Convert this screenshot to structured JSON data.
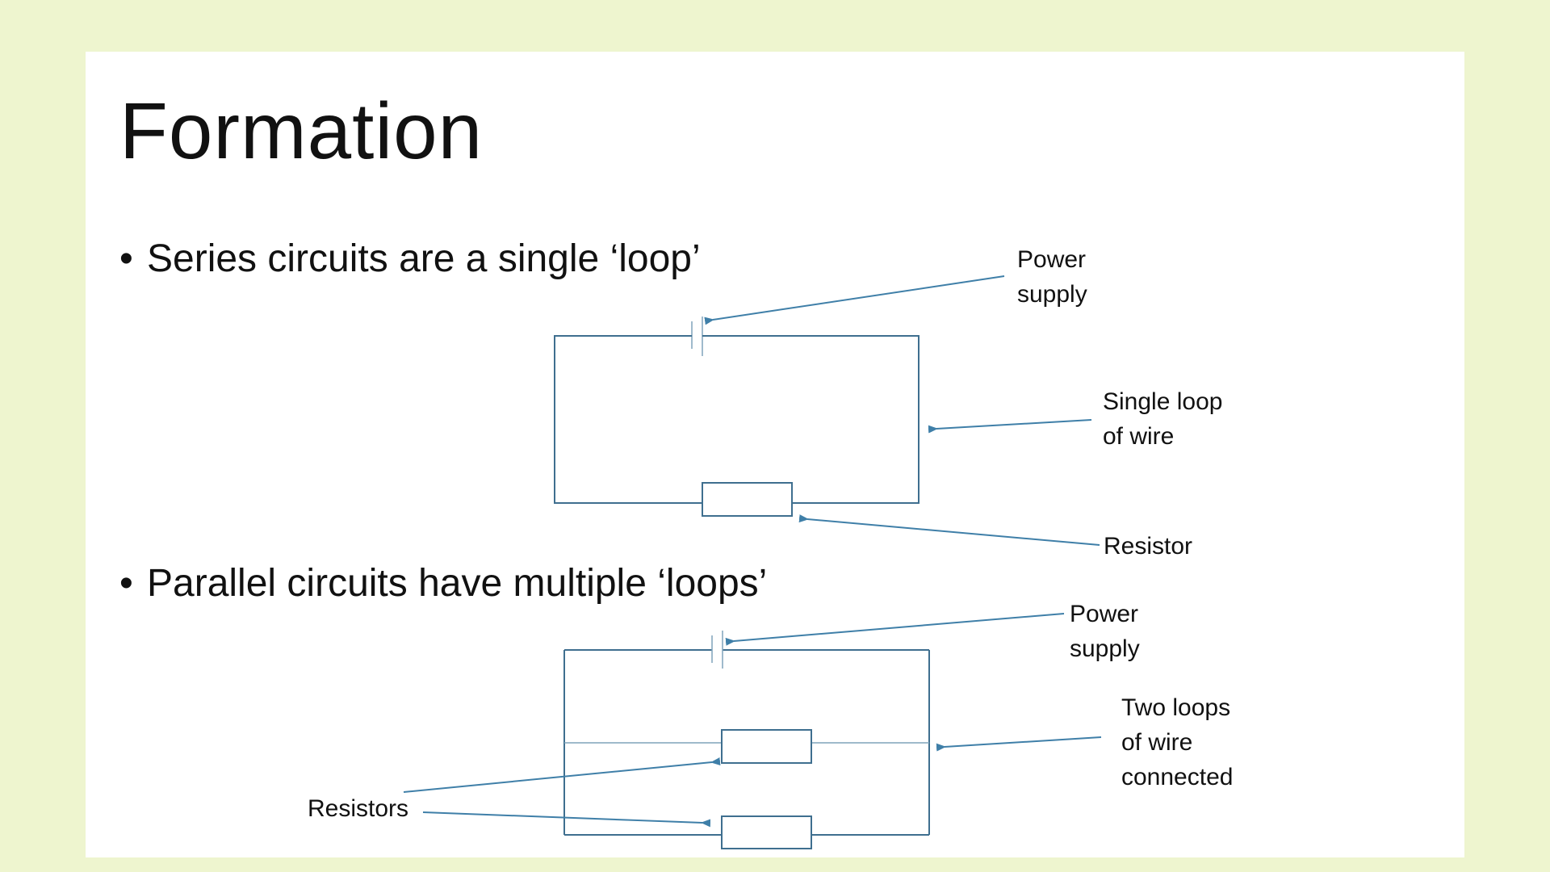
{
  "slide": {
    "title": "Formation",
    "bullets": [
      "Series circuits are a single ‘loop’",
      "Parallel circuits have multiple ‘loops’"
    ]
  },
  "series_labels": {
    "power_1": "Power",
    "power_2": "supply",
    "loop_1": "Single loop",
    "loop_2": "of wire",
    "resistor": "Resistor"
  },
  "parallel_labels": {
    "power_1": "Power",
    "power_2": "supply",
    "loops_1": "Two loops",
    "loops_2": "of wire",
    "loops_3": "connected",
    "resistors": "Resistors"
  },
  "colors": {
    "background": "#eef5cf",
    "slide": "#ffffff",
    "wire": "#3f6f8f",
    "arrow": "#3f7fa8"
  }
}
